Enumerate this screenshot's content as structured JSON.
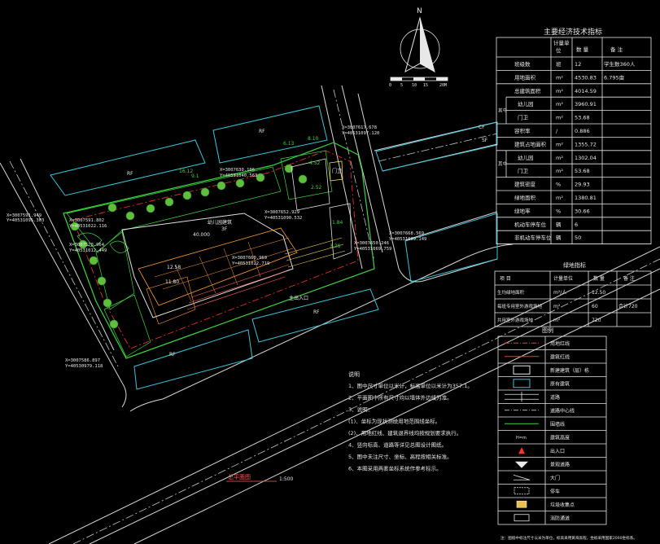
{
  "title_block": {
    "table_title": "主要经济技术指标",
    "header": [
      "计量单位",
      "数 量",
      "备 注"
    ],
    "header_unit_top": "计量单",
    "header_unit_bottom": "位",
    "rows": [
      {
        "label": "班级数",
        "unit": "班",
        "value": "12",
        "note": "学生数360人"
      },
      {
        "label": "用地面积",
        "unit": "m²",
        "value": "4530.83",
        "note": "6.795亩"
      },
      {
        "label": "总建筑面积",
        "unit": "m²",
        "value": "4014.59",
        "note": ""
      },
      {
        "label": "幼儿园",
        "unit": "m²",
        "value": "3960.91",
        "note": ""
      },
      {
        "label": "门卫",
        "unit": "m²",
        "value": "53.68",
        "note": ""
      },
      {
        "label": "容积率",
        "unit": "/",
        "value": "0.886",
        "note": ""
      },
      {
        "label": "建筑占地面积",
        "unit": "m²",
        "value": "1355.72",
        "note": ""
      },
      {
        "label": "幼儿园",
        "unit": "m²",
        "value": "1302.04",
        "note": ""
      },
      {
        "label": "门卫",
        "unit": "m²",
        "value": "53.68",
        "note": ""
      },
      {
        "label": "建筑密度",
        "unit": "%",
        "value": "29.93",
        "note": ""
      },
      {
        "label": "绿地面积",
        "unit": "m²",
        "value": "1380.81",
        "note": ""
      },
      {
        "label": "绿地率",
        "unit": "%",
        "value": "30.66",
        "note": ""
      },
      {
        "label": "机动车停车位",
        "unit": "辆",
        "value": "6",
        "note": ""
      },
      {
        "label": "非机动车停车位",
        "unit": "辆",
        "value": "50",
        "note": ""
      }
    ],
    "group_left_1": "其中",
    "group_left_2": "其中"
  },
  "green_table": {
    "title": "绿地指标",
    "header": [
      "项 目",
      "计量单位",
      "数 量",
      "备 注"
    ],
    "rows": [
      {
        "label": "生均绿地面积",
        "unit": "m²/人",
        "value": "12.50",
        "note": ""
      },
      {
        "label": "每班专用室外游戏场地",
        "unit": "m²",
        "value": "60",
        "note": "合计720"
      },
      {
        "label": "共用室外游戏场地",
        "unit": "m²",
        "value": "720",
        "note": ""
      }
    ]
  },
  "legend": {
    "title": "图例",
    "items": [
      "用地红线",
      "建筑红线",
      "新建建筑（层）栋",
      "原有建筑",
      "道路",
      "道路中心线",
      "围墙线",
      "建筑高度",
      "出入口",
      "景观道路",
      "大门",
      "停车",
      "垃圾收集点",
      "消防通道"
    ]
  },
  "notes": {
    "heading": "说明",
    "lines": [
      "1、图中尺寸单位以米计，标高单位以米计为357.1。",
      "2、平面图中所有尺寸均以墙体外边线为准。",
      "3、说明：",
      "(1)、坐标为现状测绘用地范围线坐标。",
      "(2)、用地红线、建筑退界线均按规划要求执行。",
      "4、竖向标高、道路等详见总图设计图纸。",
      "5、图中未注尺寸、坐标、高程按相关标准。",
      "6、本图采用两套坐标系统作参考标示。"
    ]
  },
  "north": {
    "label": "N"
  },
  "scale_bar": {
    "labels": [
      "0",
      "5",
      "10",
      "15",
      "20M"
    ]
  },
  "plan_label": {
    "text": "总平面图",
    "scale": "1:500"
  },
  "site": {
    "building_label": "幼儿园建筑",
    "floor_label": "3F",
    "height_label": "11.80",
    "gate_label": "门卫",
    "entrance_label": "主出入口",
    "area_label": "40.000",
    "coords": [
      "X=3007617.678",
      "Y=40531097.120",
      "X=3007630.106",
      "Y=40531040.563",
      "X=3007591.949",
      "Y=40531095.303",
      "X=3007652.929",
      "Y=40531090.532",
      "X=3007591.802",
      "Y=40531022.116",
      "X=3007570.964",
      "Y=40531012.449",
      "X=3007586.897",
      "Y=40530979.118",
      "X=3007650.246",
      "Y=40531069.759",
      "X=3007668.569",
      "Y=40531069.149",
      "X=3007660.969",
      "Y=40531022.719"
    ],
    "dims": [
      "6.13",
      "8.10",
      "16.12",
      "3.28",
      "9.1",
      "4.52",
      "2.52",
      "1.84",
      "12.58"
    ],
    "road_labels": [
      "CF",
      "SF",
      "RF",
      "RF",
      "RF",
      "RF"
    ]
  },
  "bottom_note": "注：图纸中标注尺寸以米为单位，标高采用黄海高程，坐标采用国家2000坐标系。"
}
